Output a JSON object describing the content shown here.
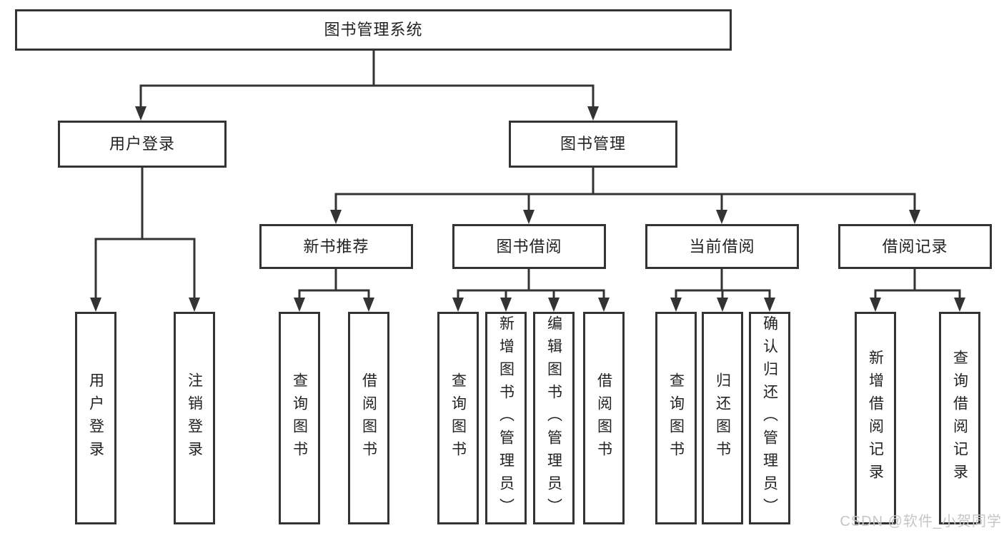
{
  "tree": {
    "root": {
      "label": "图书管理系统"
    },
    "children": [
      {
        "label": "用户登录",
        "children": [
          {
            "label": "用户登录"
          },
          {
            "label": "注销登录"
          }
        ]
      },
      {
        "label": "图书管理",
        "children": [
          {
            "label": "新书推荐",
            "children": [
              {
                "label": "查询图书"
              },
              {
                "label": "借阅图书"
              }
            ]
          },
          {
            "label": "图书借阅",
            "children": [
              {
                "label": "查询图书"
              },
              {
                "label": "新增图书（管理员）"
              },
              {
                "label": "编辑图书（管理员）"
              },
              {
                "label": "借阅图书"
              }
            ]
          },
          {
            "label": "当前借阅",
            "children": [
              {
                "label": "查询图书"
              },
              {
                "label": "归还图书"
              },
              {
                "label": "确认归还（管理员）"
              }
            ]
          },
          {
            "label": "借阅记录",
            "children": [
              {
                "label": "新增借阅记录"
              },
              {
                "label": "查询借阅记录"
              }
            ]
          }
        ]
      }
    ]
  },
  "watermark": {
    "text": "CSDN @软件_小贺同学"
  },
  "colors": {
    "line": "#333333",
    "box_border": "#333333",
    "text": "#222222",
    "watermark": "#c6c6c6",
    "background": "#ffffff"
  }
}
